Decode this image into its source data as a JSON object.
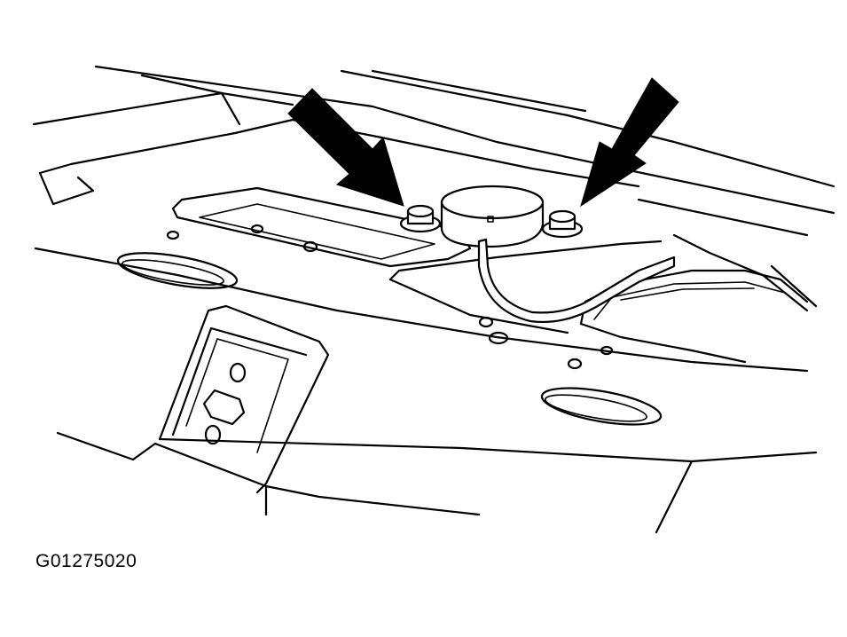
{
  "figure": {
    "code": "G01275020",
    "arrows": [
      {
        "points_to": "left-mounting-bolt"
      },
      {
        "points_to": "right-mounting-bolt"
      }
    ]
  },
  "colors": {
    "line": "#000000",
    "background": "#ffffff"
  }
}
